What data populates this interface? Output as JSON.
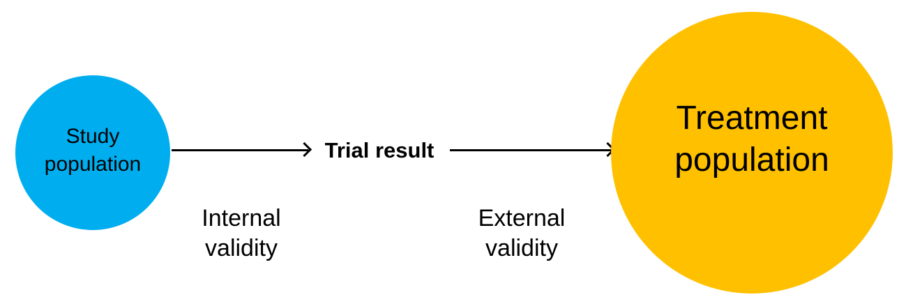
{
  "diagram": {
    "study_population": {
      "lines": [
        "Study",
        "population"
      ],
      "color": "#00AEEF"
    },
    "trial_result": "Trial result",
    "treatment_population": {
      "lines": [
        "Treatment",
        "population"
      ],
      "color": "#FFC000"
    },
    "internal_validity": {
      "lines": [
        "Internal",
        "validity"
      ]
    },
    "external_validity": {
      "lines": [
        "External",
        "validity"
      ]
    }
  }
}
